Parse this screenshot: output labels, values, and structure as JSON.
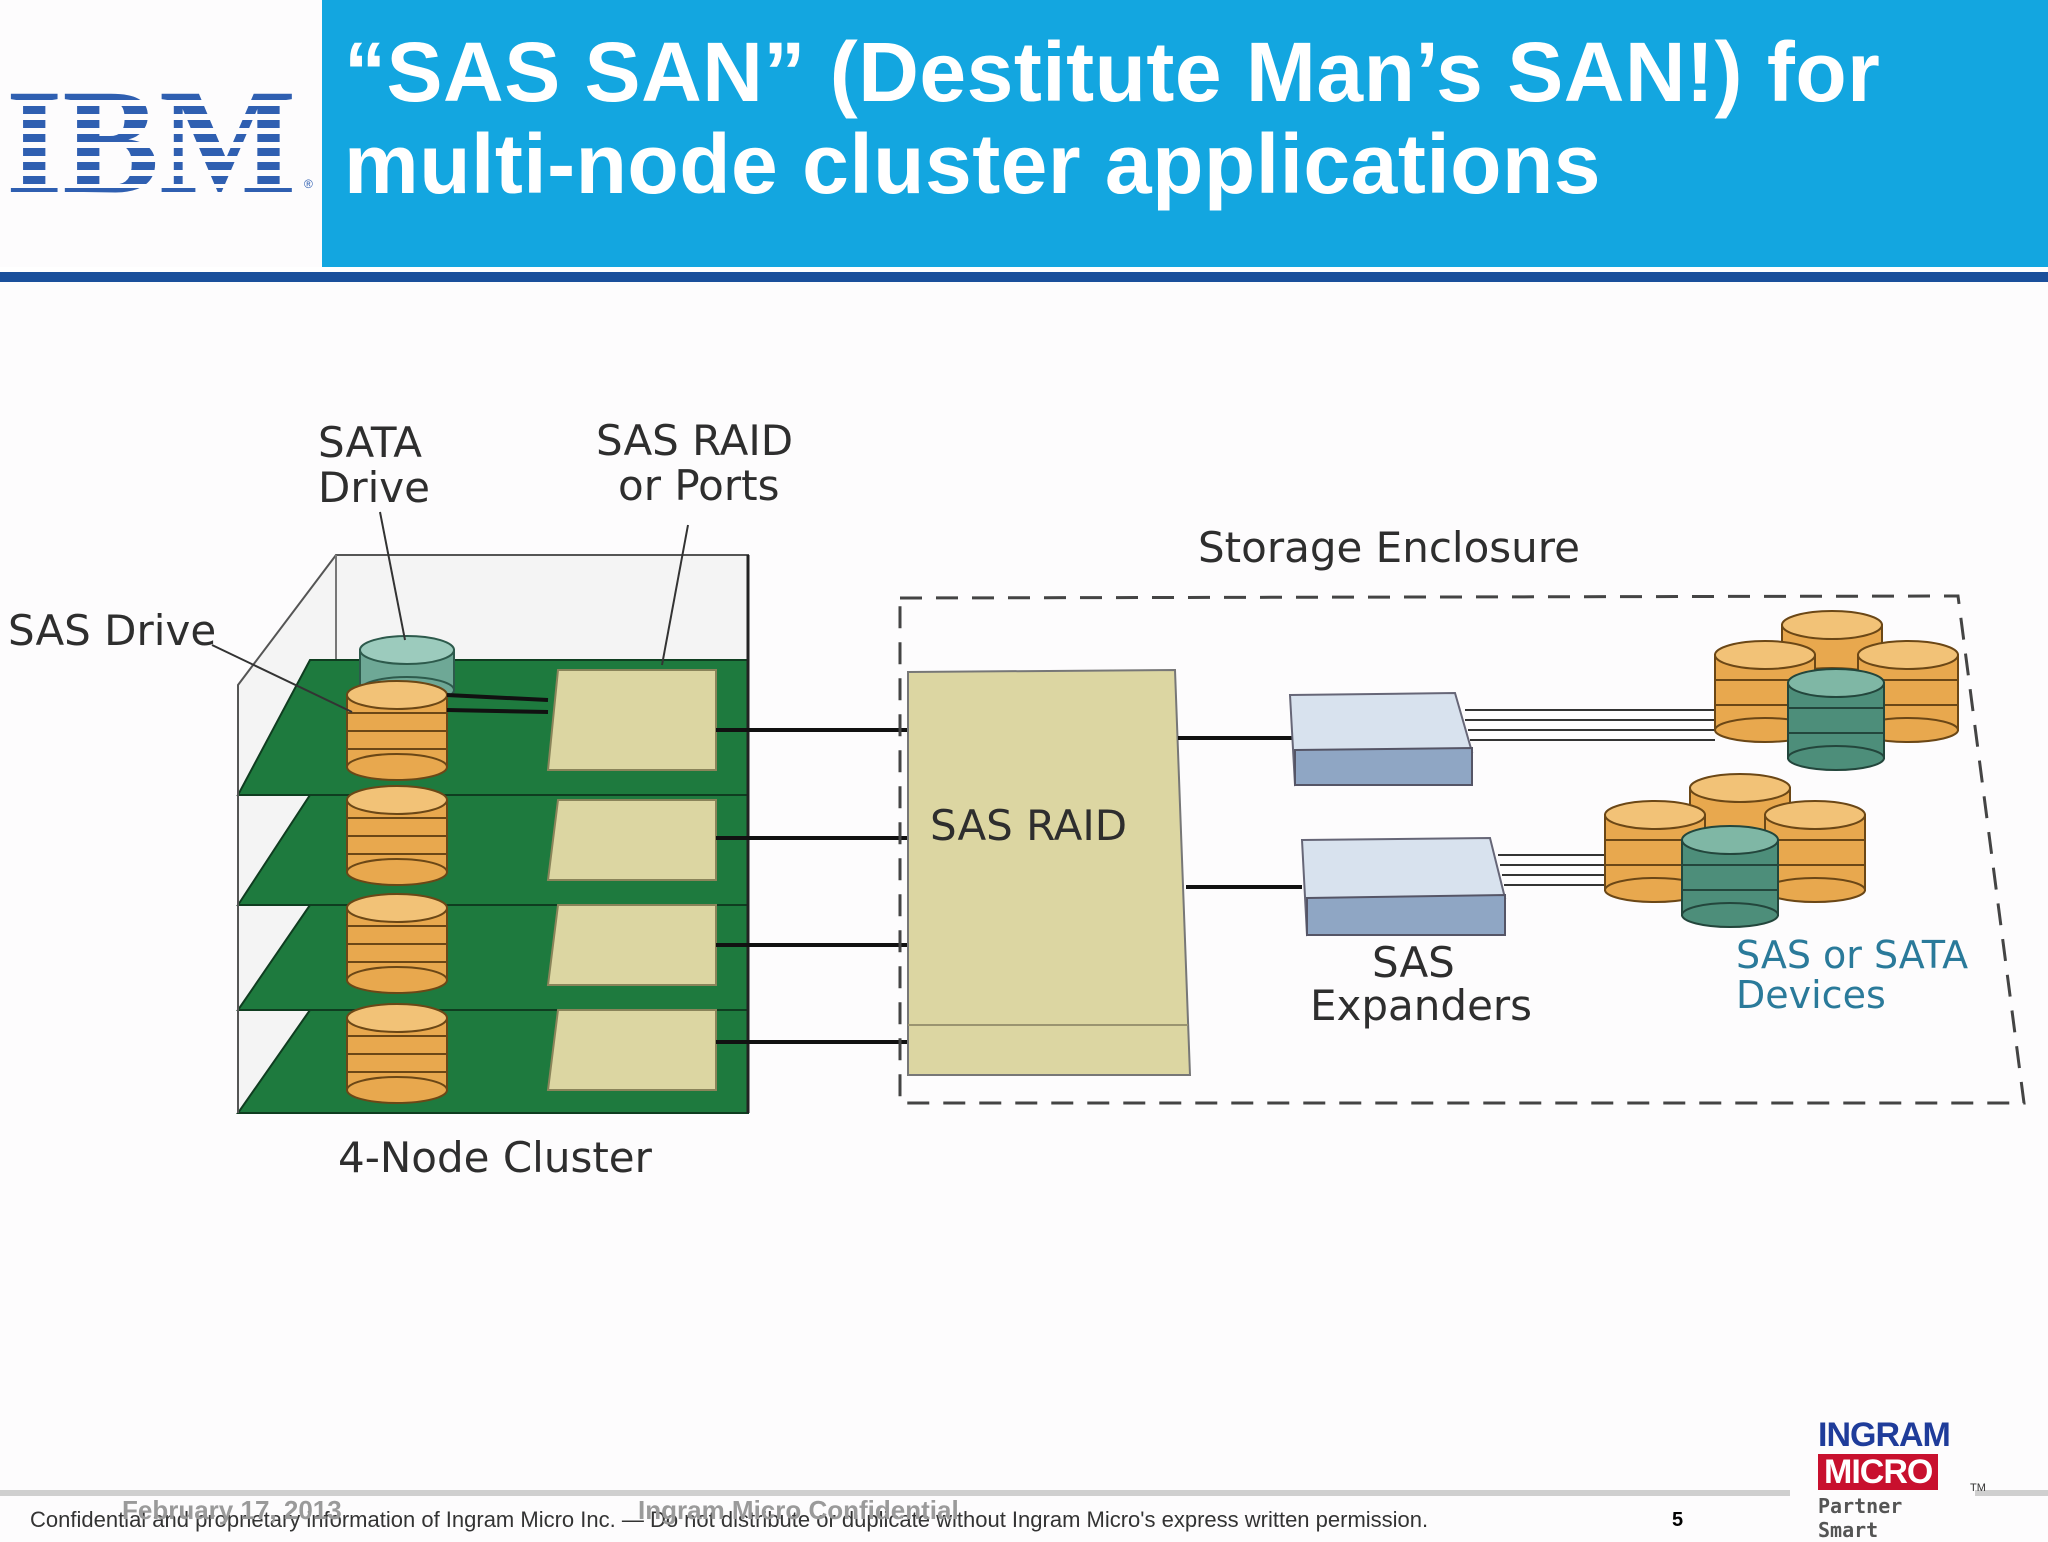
{
  "slide": {
    "title": "“SAS SAN” (Destitute Man’s SAN!) for multi-node cluster applications",
    "logo": {
      "name": "IBM",
      "icon": "ibm-logo-icon"
    },
    "colors": {
      "title_bar": "#13a6e0",
      "rule": "#1a4f9b",
      "board": "#1e7a3e",
      "drive": "#e8a84e",
      "drive_alt": "#4d8e7a",
      "raid": "#dcd6a2",
      "expander": "#b9c8dc"
    }
  },
  "diagram": {
    "labels": {
      "sata_drive_1": "SATA",
      "sata_drive_2": "Drive",
      "sas_raid_ports_1": "SAS RAID",
      "sas_raid_ports_2": "or Ports",
      "sas_drive": "SAS Drive",
      "storage_enclosure": "Storage Enclosure",
      "sas_raid": "SAS RAID",
      "sas_expanders_1": "SAS",
      "sas_expanders_2": "Expanders",
      "sas_sata_devices_1": "SAS or SATA",
      "sas_sata_devices_2": "Devices",
      "cluster": "4-Node Cluster"
    }
  },
  "footer": {
    "confidential": "Confidential and proprietary information of Ingram Micro Inc. — Do not distribute or duplicate without Ingram Micro's express written permission.",
    "date": "February 17, 2013",
    "ingram_confidential": "Ingram Micro Confidential",
    "page": "5",
    "partner_logo": {
      "line1": "INGRAM",
      "line2": "MICRO",
      "tm": "TM",
      "tagline": "Partner Smart"
    }
  }
}
